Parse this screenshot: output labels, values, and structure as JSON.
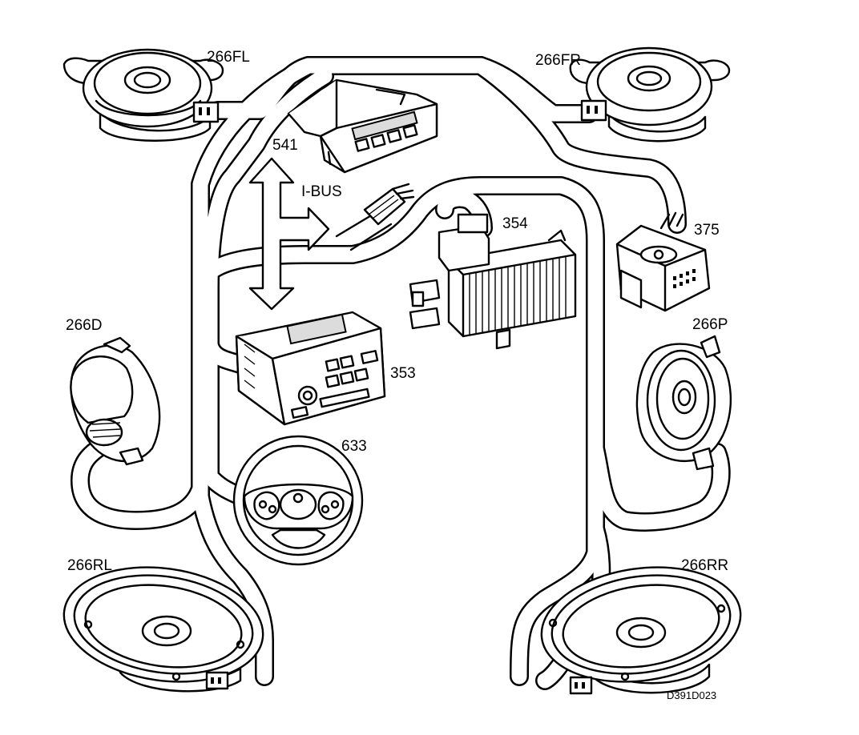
{
  "labels": {
    "speaker_front_left": "266FL",
    "speaker_front_right": "266FR",
    "speaker_dash": "266D",
    "speaker_pillar": "266P",
    "speaker_rear_left": "266RL",
    "speaker_rear_right": "266RR",
    "display_unit": "541",
    "amplifier": "354",
    "connector": "375",
    "radio_unit": "353",
    "steering_wheel": "633",
    "ibus": "I-BUS",
    "figure_code": "D391D023"
  }
}
